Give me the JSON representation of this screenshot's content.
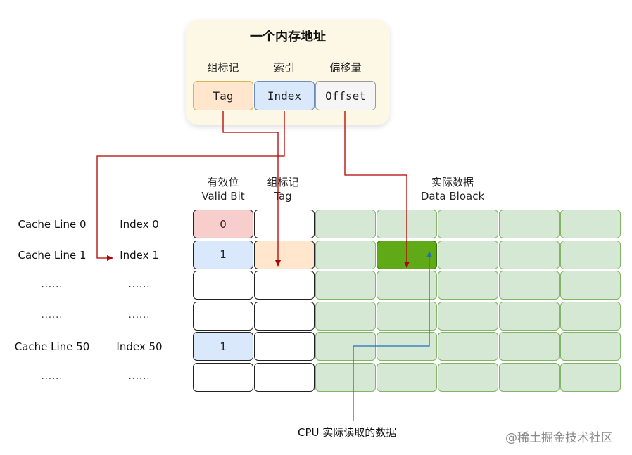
{
  "address": {
    "title": "一个内存地址",
    "fields": [
      {
        "header": "组标记",
        "label": "Tag",
        "fill": "#ffe6cc",
        "border": "#d6b656"
      },
      {
        "header": "索引",
        "label": "Index",
        "fill": "#dae8fc",
        "border": "#6c8ebf"
      },
      {
        "header": "偏移量",
        "label": "Offset",
        "fill": "#f5f5f5",
        "border": "#999999"
      }
    ]
  },
  "columns": {
    "valid": {
      "line1": "有效位",
      "line2": "Valid Bit"
    },
    "tag": {
      "line1": "组标记",
      "line2": "Tag"
    },
    "data": {
      "line1": "实际数据",
      "line2": "Data Bloack"
    }
  },
  "rows": [
    {
      "cache_line": "Cache Line 0",
      "index": "Index 0",
      "valid": "0",
      "valid_fill": "#f8cecc",
      "tag_fill": "#ffffff"
    },
    {
      "cache_line": "Cache Line 1",
      "index": "Index 1",
      "valid": "1",
      "valid_fill": "#dae8fc",
      "tag_fill": "#ffe6cc"
    },
    {
      "cache_line": "......",
      "index": "......",
      "valid": "",
      "valid_fill": "#ffffff",
      "tag_fill": "#ffffff"
    },
    {
      "cache_line": "......",
      "index": "......",
      "valid": "",
      "valid_fill": "#ffffff",
      "tag_fill": "#ffffff"
    },
    {
      "cache_line": "Cache Line 50",
      "index": "Index 50",
      "valid": "1",
      "valid_fill": "#dae8fc",
      "tag_fill": "#ffffff"
    },
    {
      "cache_line": "......",
      "index": "......",
      "valid": "",
      "valid_fill": "#ffffff",
      "tag_fill": "#ffffff"
    }
  ],
  "data_block": {
    "fill": "#d5e8d4",
    "border": "#82b366",
    "highlight_fill": "#60a917",
    "highlight_row": 1,
    "highlight_col": 1
  },
  "cpu_label": "CPU 实际读取的数据",
  "arrow_colors": {
    "red": "#b20000",
    "blue": "#1f6fbf"
  },
  "watermark": "@稀土掘金技术社区"
}
